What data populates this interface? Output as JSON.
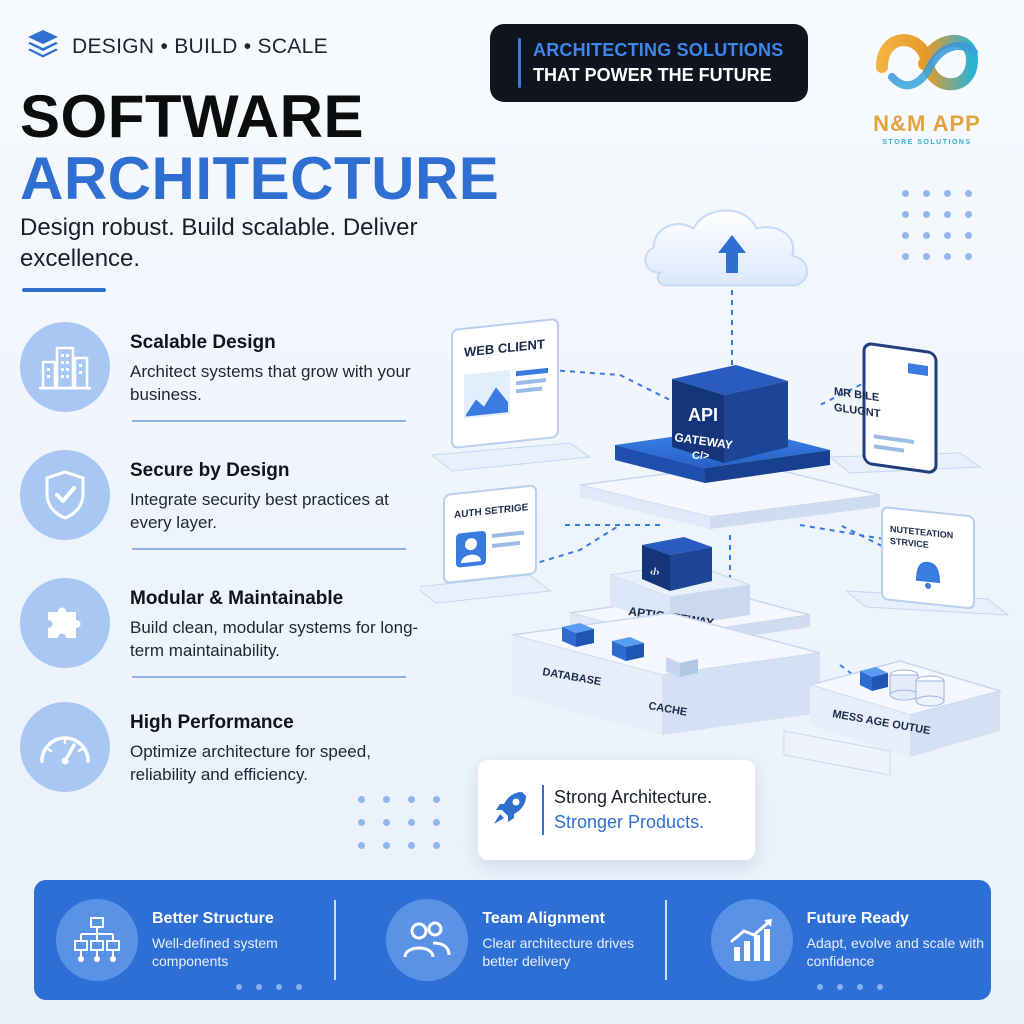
{
  "header": {
    "tagline": "DESIGN • BUILD • SCALE",
    "title_line1": "SOFTWARE",
    "title_line2": "ARCHITECTURE",
    "subtitle": "Design robust. Build scalable. Deliver excellence."
  },
  "badge": {
    "line1": "ARCHITECTING SOLUTIONS",
    "line2": "THAT POWER THE FUTURE"
  },
  "logo": {
    "name": "N&M APP",
    "sub": "STORE SOLUTIONS"
  },
  "features": [
    {
      "icon": "buildings-icon",
      "title": "Scalable Design",
      "desc": "Architect systems that grow with your business."
    },
    {
      "icon": "shield-check-icon",
      "title": "Secure by Design",
      "desc": "Integrate security best practices at every layer."
    },
    {
      "icon": "puzzle-icon",
      "title": "Modular & Maintainable",
      "desc": "Build clean, modular systems for long-term maintainability."
    },
    {
      "icon": "gauge-icon",
      "title": "High Performance",
      "desc": "Optimize architecture for speed, reliability and efficiency."
    }
  ],
  "diagram": {
    "web_client": "WEB CLIENT",
    "api_gateway_1": "API",
    "api_gateway_2": "GATEWAY",
    "api_gateway_3": "C/>",
    "mobile_1": "MR BILE",
    "mobile_2": "GLUGNT",
    "auth": "AUTH SETRIGE",
    "notif_1": "NUTETEATION",
    "notif_2": "STRVICE",
    "apti_gateway": "APTIGATEWAY",
    "database": "DATABASE",
    "cache": "CACHE",
    "message_queue": "MESS AGE OUTUE"
  },
  "quote": {
    "line1": "Strong Architecture.",
    "line2": "Stronger Products."
  },
  "bottom": [
    {
      "icon": "hierarchy-icon",
      "title": "Better Structure",
      "desc": "Well-defined system components"
    },
    {
      "icon": "team-icon",
      "title": "Team Alignment",
      "desc": "Clear architecture drives better delivery"
    },
    {
      "icon": "growth-chart-icon",
      "title": "Future Ready",
      "desc": "Adapt, evolve and scale with confidence"
    }
  ],
  "colors": {
    "accent": "#2f6fd1",
    "dark": "#0f141e",
    "band": "#2e6fd6",
    "logo_gold": "#e0a33e"
  }
}
